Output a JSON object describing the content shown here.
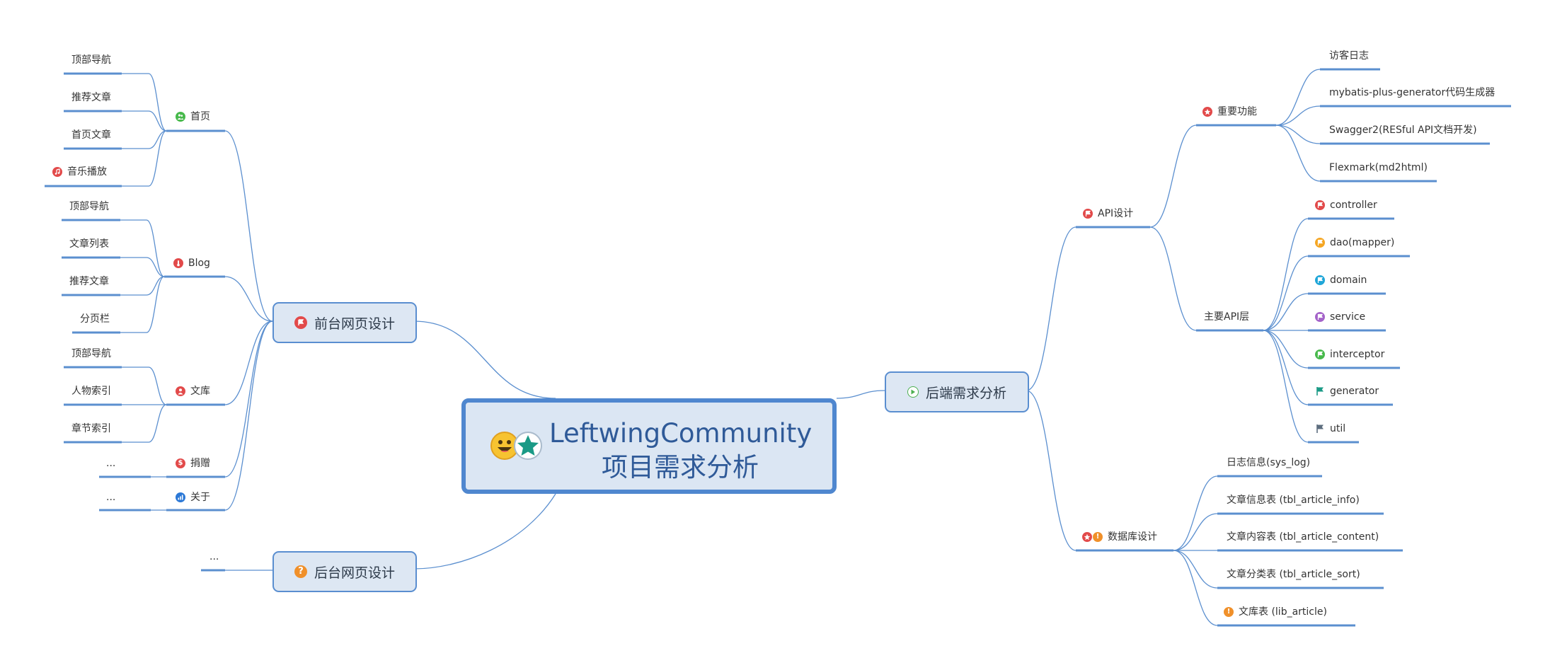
{
  "central": {
    "title": "LeftwingCommunity项目需求分析",
    "icons": [
      "smiley-icon",
      "star-icon"
    ]
  },
  "main_topics": {
    "frontend": {
      "label": "前台网页设计",
      "icon": "flag-icon",
      "color": "#e24a4a"
    },
    "backend_web": {
      "label": "后台网页设计",
      "icon": "question-icon",
      "color": "#f0902a"
    },
    "backend_analysis": {
      "label": "后端需求分析",
      "icon": "play-icon",
      "color": "#4caf50"
    }
  },
  "frontend": {
    "home": {
      "label": "首页",
      "icon": "people-icon",
      "color": "#47b94b",
      "children": [
        "顶部导航",
        "推荐文章",
        "首页文章",
        "音乐播放"
      ]
    },
    "music_icon_color": "#e24a4a",
    "blog": {
      "label": "Blog",
      "icon": "thermometer-icon",
      "color": "#e24a4a",
      "children": [
        "顶部导航",
        "文章列表",
        "推荐文章",
        "分页栏"
      ]
    },
    "library": {
      "label": "文库",
      "icon": "person-icon",
      "color": "#e24a4a",
      "children": [
        "顶部导航",
        "人物索引",
        "章节索引"
      ]
    },
    "donate": {
      "label": "捐赠",
      "icon": "dollar-icon",
      "color": "#e24a4a",
      "children": [
        "..."
      ]
    },
    "about": {
      "label": "关于",
      "icon": "chart-icon",
      "color": "#2b78d6",
      "children": [
        "..."
      ]
    }
  },
  "backend_web": {
    "children": [
      "..."
    ]
  },
  "backend_analysis": {
    "api": {
      "label": "API设计",
      "icon": "flag-icon",
      "color": "#e24a4a",
      "important": {
        "label": "重要功能",
        "icon": "star-icon",
        "color": "#e24a4a",
        "children": [
          "访客日志",
          "mybatis-plus-generator代码生成器",
          "Swagger2(RESful API文档开发)",
          "Flexmark(md2html)"
        ]
      },
      "layers": {
        "label": "主要API层",
        "children": [
          {
            "label": "controller",
            "icon": "flag-icon",
            "color": "#e24a4a"
          },
          {
            "label": "dao(mapper)",
            "icon": "flag-icon",
            "color": "#f5a623"
          },
          {
            "label": "domain",
            "icon": "flag-icon",
            "color": "#1fa6d8"
          },
          {
            "label": "service",
            "icon": "flag-icon",
            "color": "#a463c9"
          },
          {
            "label": "interceptor",
            "icon": "flag-icon",
            "color": "#47b94b"
          },
          {
            "label": "generator",
            "icon": "flag-icon",
            "color": "#1a9a86"
          },
          {
            "label": "util",
            "icon": "flag-icon",
            "color": "#5d6d7e"
          }
        ]
      }
    },
    "database": {
      "label": "数据库设计",
      "icons": [
        "star-icon",
        "exclamation-icon"
      ],
      "colors": [
        "#e24a4a",
        "#f0902a"
      ],
      "children": [
        "日志信息(sys_log)",
        "文章信息表 (tbl_article_info)",
        "文章内容表 (tbl_article_content)",
        "文章分类表 (tbl_article_sort)",
        "文库表 (lib_article)"
      ],
      "last_icon": "exclamation-icon",
      "last_color": "#f0902a"
    }
  },
  "colors": {
    "line": "#5b8fcf",
    "underline": "#5b8fcf",
    "box_fill": "#dde7f3"
  }
}
